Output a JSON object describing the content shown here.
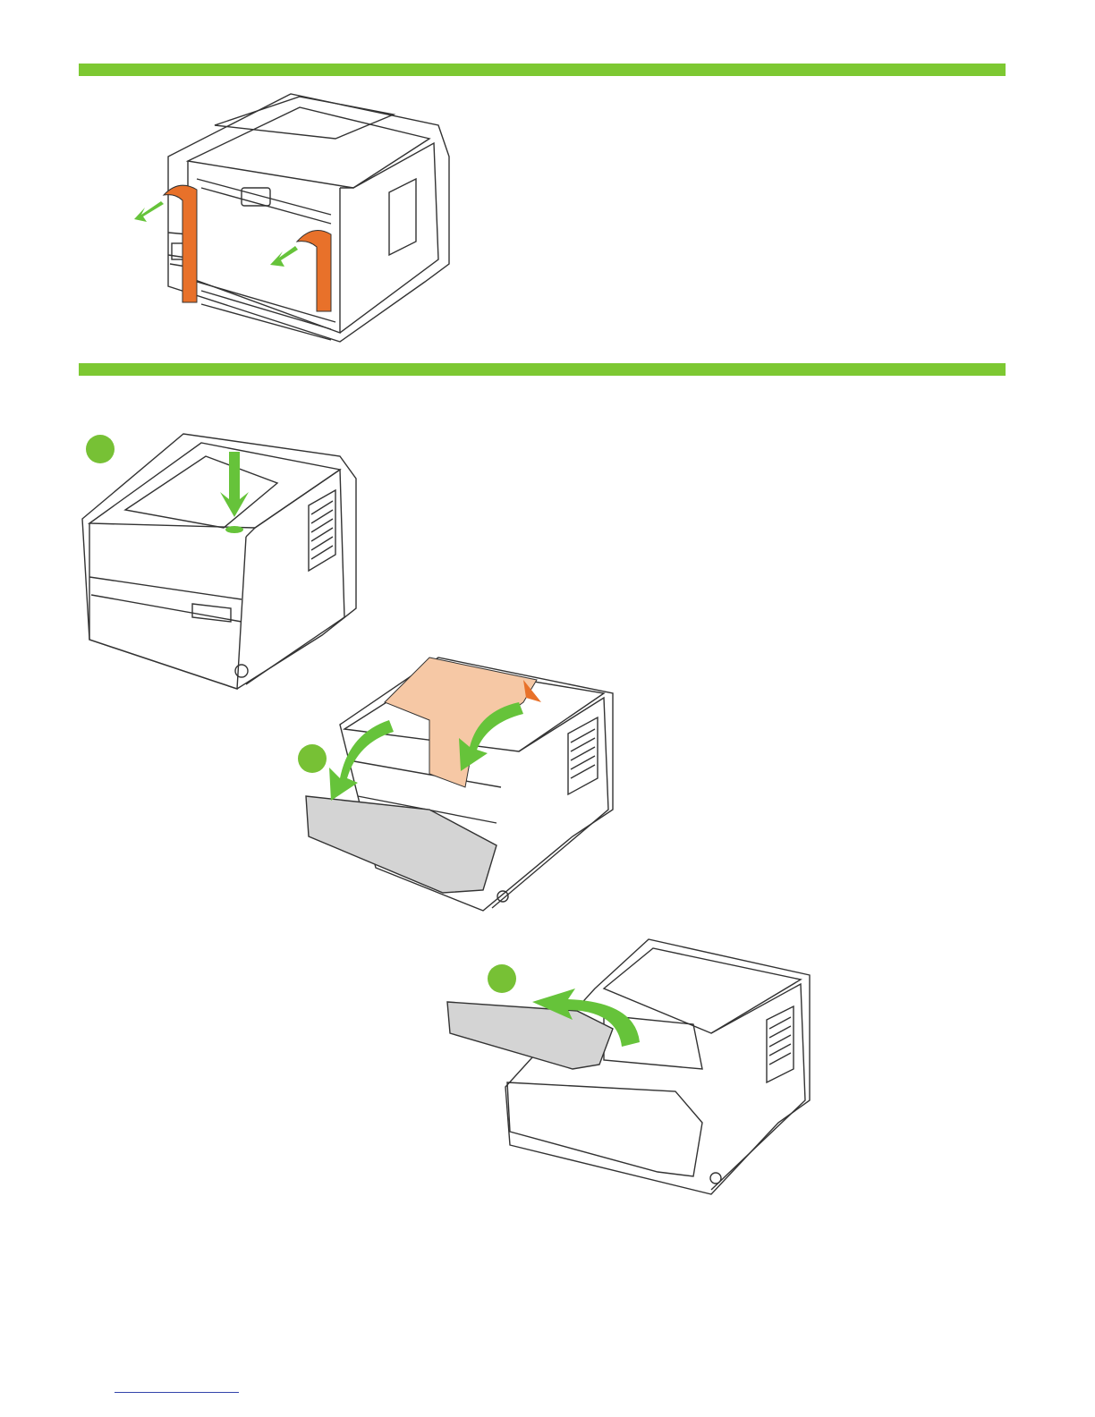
{
  "colors": {
    "section_bar": "#7dc832",
    "step_marker": "#77c135",
    "arrow": "#66c33a",
    "tape": "#e8712a",
    "paper": "#f6c8a5",
    "outline": "#333333",
    "body_fill": "#ffffff",
    "door_fill": "#d4d4d4",
    "footer_link": "#3344aa"
  },
  "sections": [
    {
      "name": "remove-shipping-tape",
      "illustration": "printer-rear-tape-removal"
    },
    {
      "name": "remove-packing-material",
      "illustration": "printer-front-open-door"
    }
  ],
  "steps": [
    {
      "marker_icon": "green-circle-icon",
      "illustration": "press-door-release-button"
    },
    {
      "marker_icon": "green-circle-icon",
      "illustration": "open-door-remove-paper"
    },
    {
      "marker_icon": "green-circle-icon",
      "illustration": "close-door"
    }
  ]
}
